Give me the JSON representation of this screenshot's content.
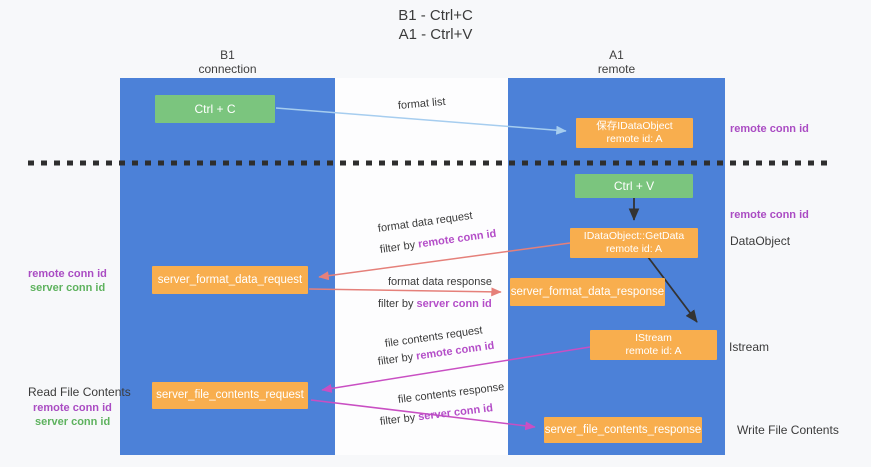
{
  "title": {
    "line1": "B1 - Ctrl+C",
    "line2": "A1 - Ctrl+V"
  },
  "columns": {
    "left": {
      "name": "B1",
      "role": "connection"
    },
    "right": {
      "name": "A1",
      "role": "remote"
    }
  },
  "nodes": {
    "ctrl_c": {
      "label": "Ctrl + C"
    },
    "saved_dataobject": {
      "line1": "保存IDataObject",
      "line2": "remote id: A"
    },
    "ctrl_v": {
      "label": "Ctrl + V"
    },
    "getdata": {
      "line1": "IDataObject::GetData",
      "line2": "remote id: A"
    },
    "format_request": {
      "label": "server_format_data_request"
    },
    "format_response": {
      "label": "server_format_data_response"
    },
    "istream": {
      "line1": "IStream",
      "line2": "remote id: A"
    },
    "file_request": {
      "label": "server_file_contents_request"
    },
    "file_response": {
      "label": "server_file_contents_response"
    }
  },
  "flow_labels": {
    "format_list": "format list",
    "format_data_request": "format data request",
    "format_data_response": "format data response",
    "file_contents_request": "file contents request",
    "file_contents_response": "file contents response",
    "filter_by": "filter by",
    "remote_conn_id": "remote conn id",
    "server_conn_id": "server conn id"
  },
  "side_labels": {
    "remote_conn_id": "remote conn id",
    "server_conn_id": "server conn id",
    "dataobject": "DataObject",
    "istream": "Istream",
    "read_file_contents": "Read File Contents",
    "write_file_contents": "Write File Contents"
  },
  "colors": {
    "column_blue": "#4c81d8",
    "box_orange": "#f8ae4e",
    "box_green": "#7bc57e",
    "arrow_salmon": "#e5807a",
    "arrow_magenta": "#c94fc3",
    "arrow_lightblue": "#a6cdef",
    "arrow_black": "#333333",
    "dashed_line": "#2e2e2e",
    "label_purple": "#aa4cc3",
    "label_green": "#5eb25e",
    "background": "#f7f8fa"
  }
}
